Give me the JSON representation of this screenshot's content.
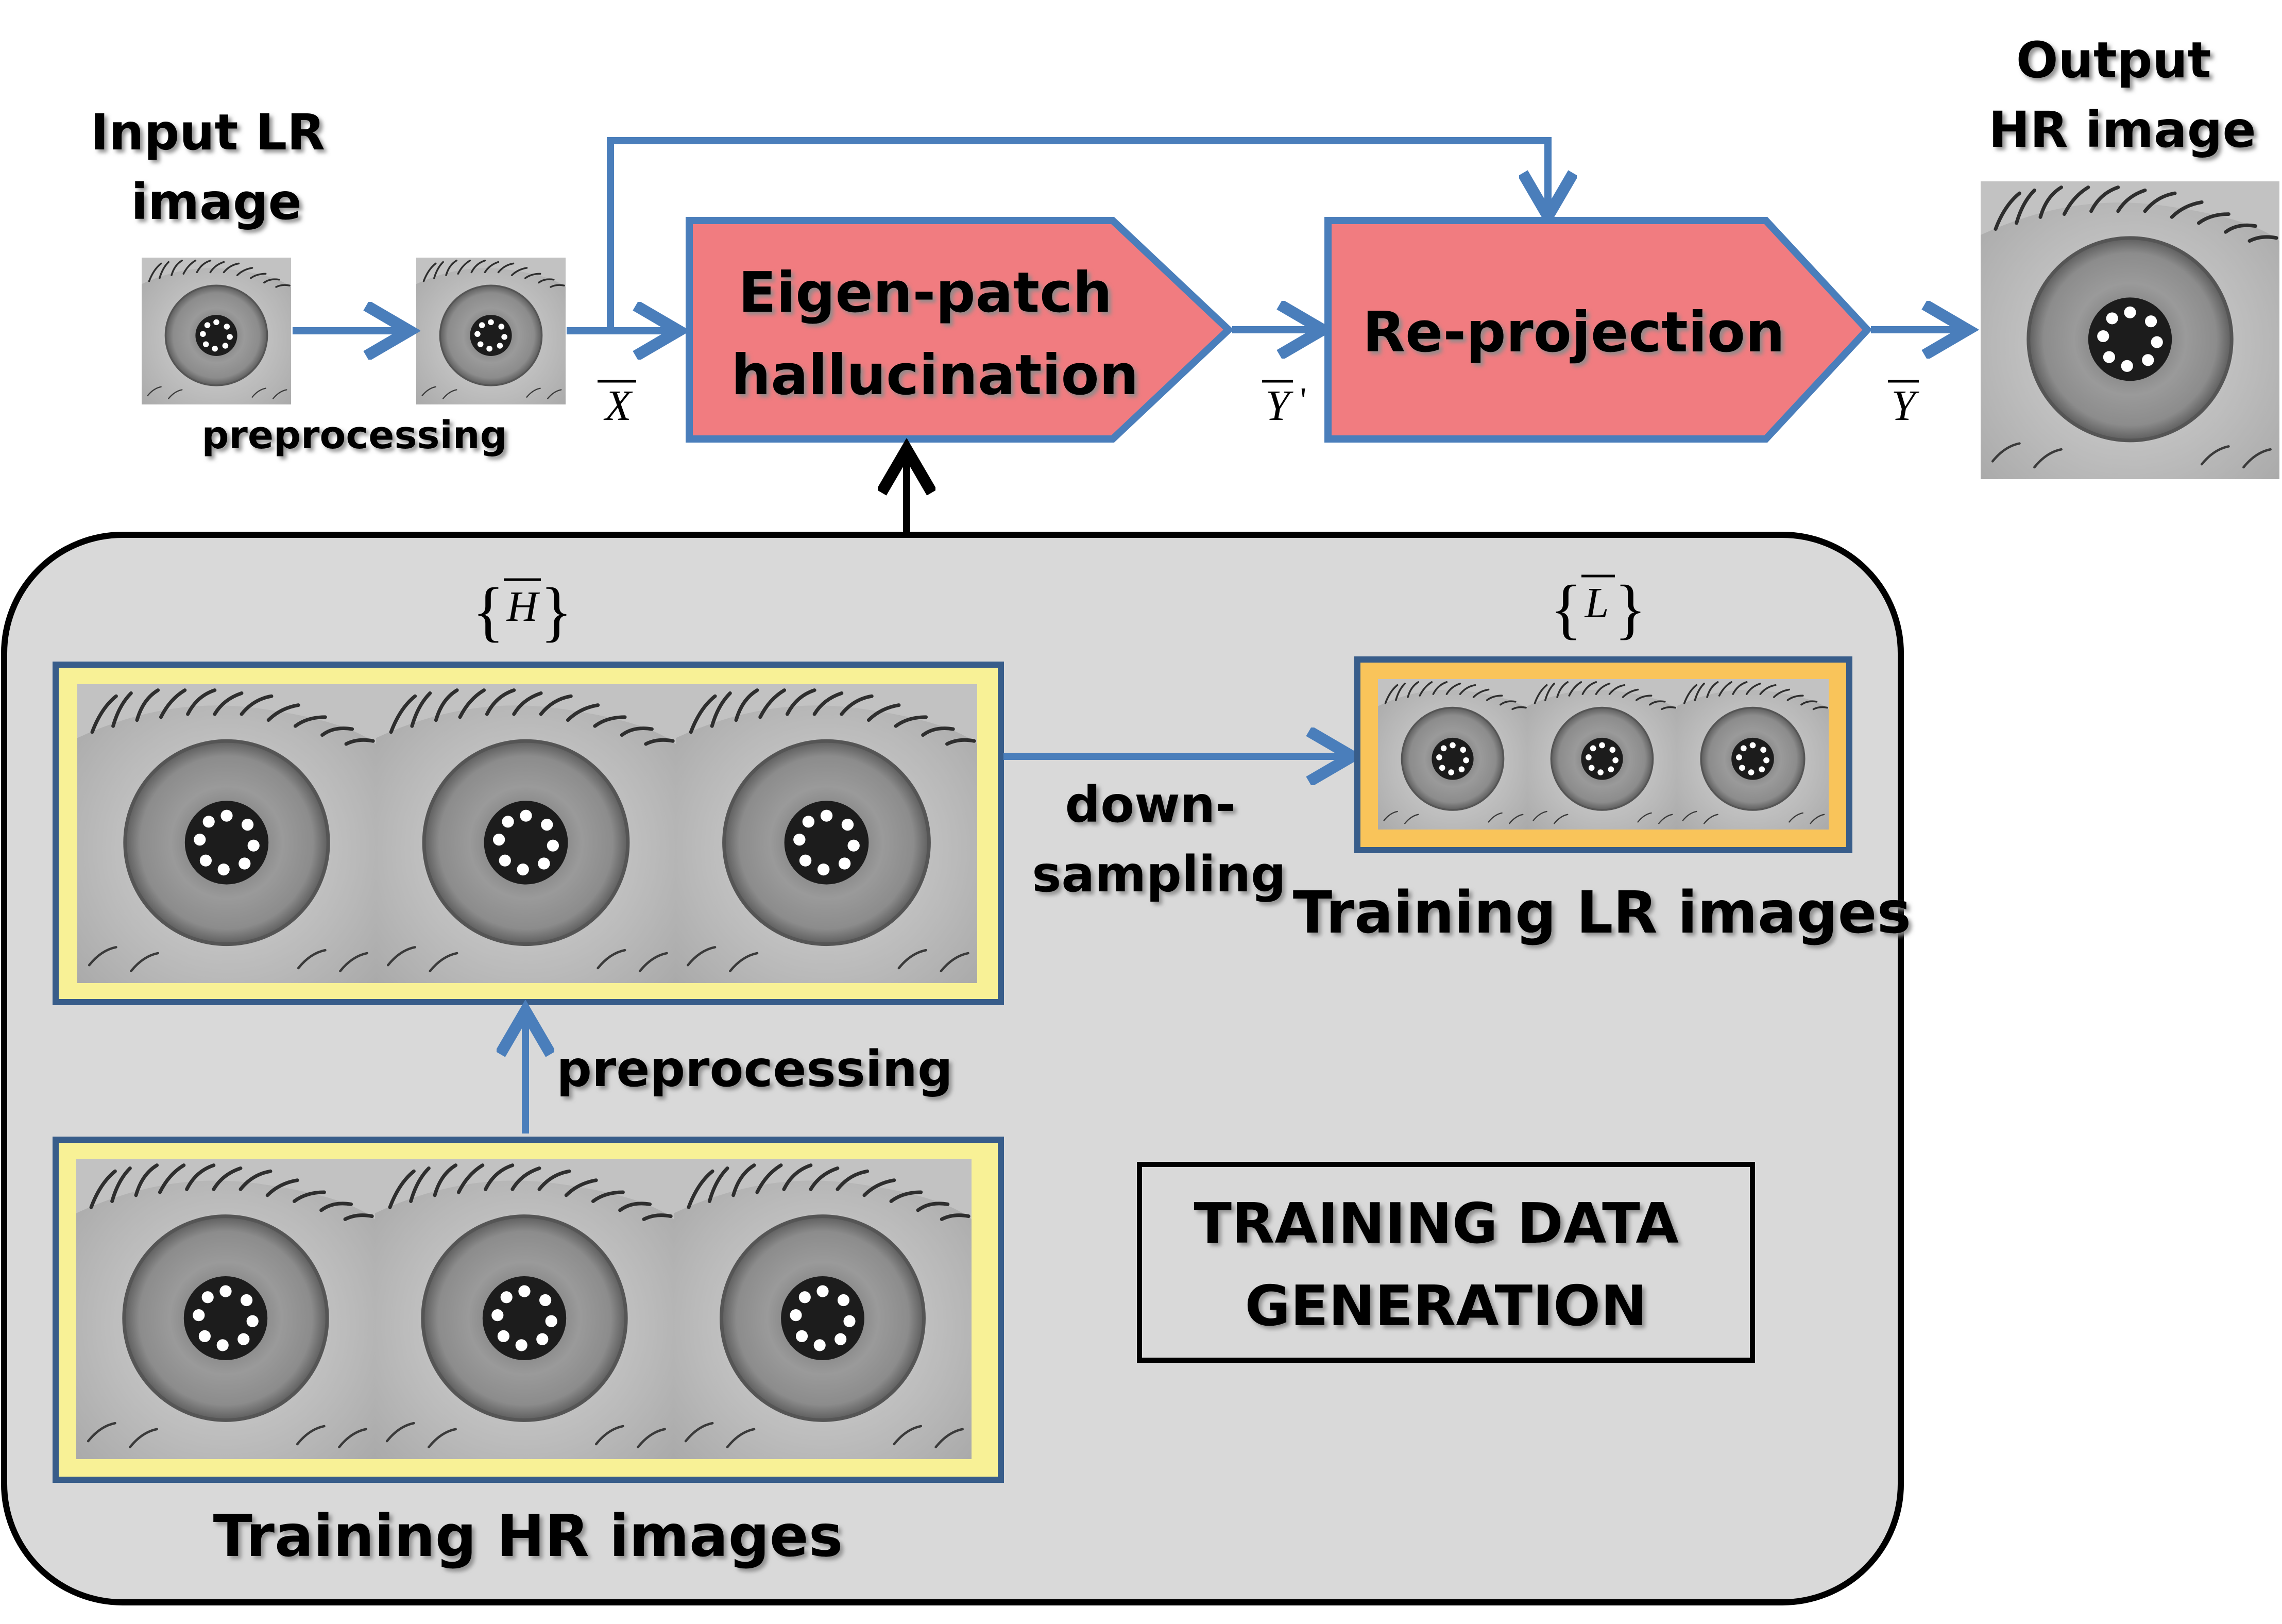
{
  "labels": {
    "input_title_line1": "Input LR",
    "input_title_line2": "image",
    "output_title_line1": "Output",
    "output_title_line2": "HR image",
    "preprocessing_top": "preprocessing",
    "preprocessing_bottom": "preprocessing",
    "down_sampling_line1": "down-",
    "down_sampling_line2": "sampling",
    "training_lr_images": "Training LR images",
    "training_hr_images": "Training HR images",
    "training_data_line1": "TRAINING DATA",
    "training_data_line2": "GENERATION"
  },
  "blocks": {
    "eigen_patch_line1": "Eigen-patch",
    "eigen_patch_line2": "hallucination",
    "reprojection": "Re-projection"
  },
  "math": {
    "x_bar": "X",
    "y_bar_prime_symbol": "Y",
    "y_bar_prime_mark": "'",
    "y_bar": "Y",
    "set_h": "H",
    "set_l": "L",
    "brace_open": "{",
    "brace_close": "}"
  },
  "colors": {
    "arrow_blue": "#4A7EBB",
    "block_fill": "#F17C80",
    "block_stroke": "#4A7EBB",
    "panel_fill": "#D9D9D9",
    "hr_frame_fill": "#F8F196",
    "lr_frame_fill": "#F9C45A",
    "frame_stroke": "#385D8A"
  },
  "icons": {
    "eye_image": "eye-image",
    "arrow_right": "arrow-right-icon",
    "arrow_up": "arrow-up-icon",
    "arrow_down": "arrow-down-icon"
  }
}
